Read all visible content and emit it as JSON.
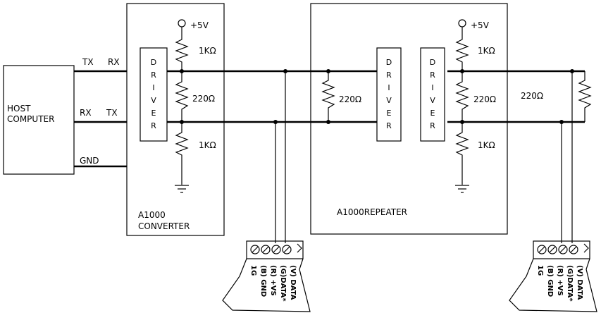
{
  "host": {
    "line1": "HOST",
    "line2": "COMPUTER"
  },
  "host_pins": {
    "tx": "TX",
    "rx": "RX",
    "gnd": "GND"
  },
  "converter_pins": {
    "rx": "RX",
    "tx": "TX"
  },
  "converter": {
    "supply": "+5V",
    "r_top": "1KΩ",
    "r_mid": "220Ω",
    "r_bot": "1KΩ",
    "driver": [
      "D",
      "R",
      "I",
      "V",
      "E",
      "R"
    ],
    "name1": "A1000",
    "name2": "CONVERTER"
  },
  "repeater": {
    "supply": "+5V",
    "r_term": "220Ω",
    "r_top": "1KΩ",
    "r_mid": "220Ω",
    "r_bot": "1KΩ",
    "driver_a": [
      "D",
      "R",
      "I",
      "V",
      "E",
      "R"
    ],
    "driver_b": [
      "D",
      "R",
      "I",
      "V",
      "E",
      "R"
    ],
    "name": "A1000REPEATER"
  },
  "end_term": {
    "r": "220Ω"
  },
  "modules": [
    {
      "labels": [
        "(V) DATA",
        "(G)DATA*",
        "(R) +VS",
        "(B) GND",
        "1G"
      ]
    },
    {
      "labels": [
        "(V) DATA",
        "(G)DATA*",
        "(R) +VS",
        "(B) GND",
        "1G"
      ]
    }
  ]
}
